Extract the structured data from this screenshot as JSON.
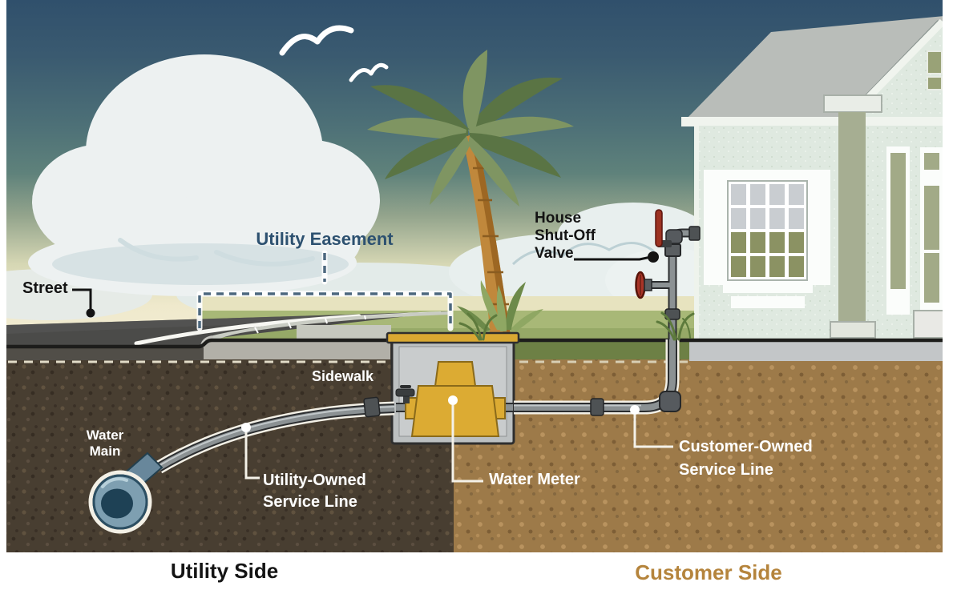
{
  "title": "Water service line responsibility diagram",
  "labels": {
    "street": "Street",
    "utility_easement": "Utility Easement",
    "house_shut_off_valve": "House\nShut-Off\nValve",
    "sidewalk": "Sidewalk",
    "water_main": "Water\nMain",
    "utility_owned_service_line": "Utility-Owned\nService Line",
    "water_meter": "Water Meter",
    "customer_owned_service_line": "Customer-Owned\nService Line",
    "utility_side": "Utility Side",
    "customer_side": "Customer Side"
  },
  "colors": {
    "sky_top": "#30506c",
    "sky_horizon": "#f2edd4",
    "easement_label": "#2d5170",
    "customer_side_label": "#b5843c",
    "meter_yellow": "#d9a832",
    "soil_utility_side": "#483e31",
    "soil_customer_side": "#9d7a49",
    "pipe_gray": "#8b9193",
    "water_main_blue": "#1e4155",
    "grass_green": "#a8b877",
    "house_wall": "#dfe9e0",
    "road_gray": "#4b4b49",
    "valve_red": "#9c3222"
  }
}
